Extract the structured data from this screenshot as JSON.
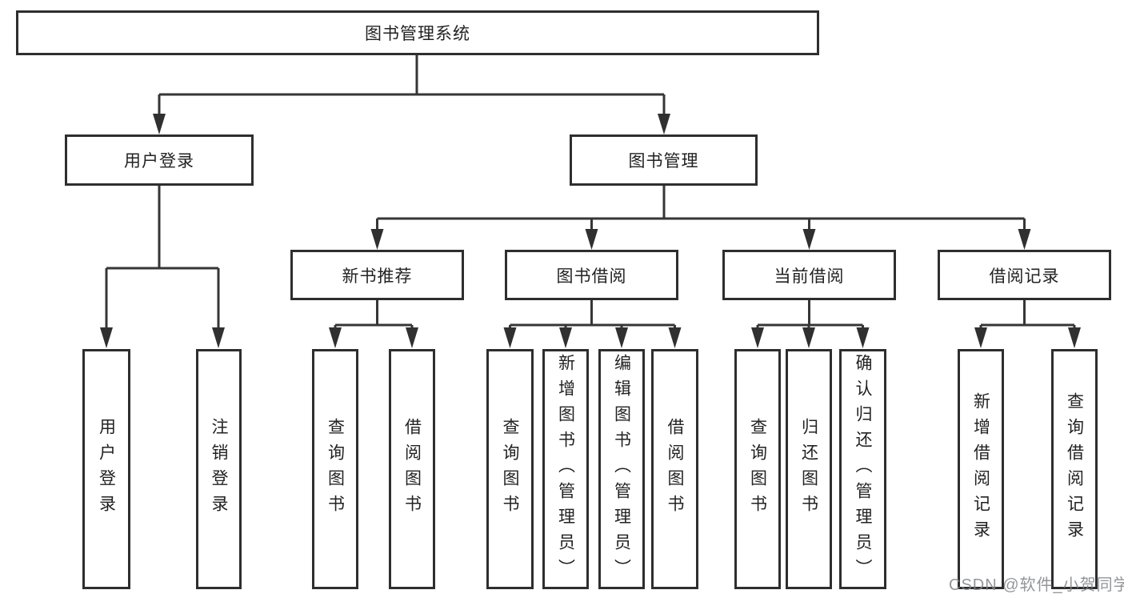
{
  "diagram_title": "图书管理系统",
  "nodes": {
    "root": "图书管理系统",
    "user_login": "用户登录",
    "book_mgmt": "图书管理",
    "new_book_rec": "新书推荐",
    "book_borrow": "图书借阅",
    "current_borrow": "当前借阅",
    "borrow_record": "借阅记录",
    "ul_login": "用户登录",
    "ul_logout": "注销登录",
    "nb_query_book": "查询图书",
    "nb_borrow_book": "借阅图书",
    "bb_query_book": "查询图书",
    "bb_add_book": "新增图书（管理员）",
    "bb_edit_book": "编辑图书（管理员）",
    "bb_borrow_book": "借阅图书",
    "cb_query_book": "查询图书",
    "cb_return_book": "归还图书",
    "cb_confirm_return": "确认归还（管理员）",
    "br_add_record": "新增借阅记录",
    "br_query_record": "查询借阅记录"
  },
  "hierarchy": {
    "图书管理系统": [
      "用户登录",
      "图书管理"
    ],
    "用户登录": [
      "用户登录",
      "注销登录"
    ],
    "图书管理": [
      "新书推荐",
      "图书借阅",
      "当前借阅",
      "借阅记录"
    ],
    "新书推荐": [
      "查询图书",
      "借阅图书"
    ],
    "图书借阅": [
      "查询图书",
      "新增图书（管理员）",
      "编辑图书（管理员）",
      "借阅图书"
    ],
    "当前借阅": [
      "查询图书",
      "归还图书",
      "确认归还（管理员）"
    ],
    "借阅记录": [
      "新增借阅记录",
      "查询借阅记录"
    ]
  },
  "watermark": "CSDN @软件_小贺同学",
  "colors": {
    "line": "#363636",
    "border": "#2e2e2e",
    "text": "#222222",
    "watermark": "#808286"
  }
}
